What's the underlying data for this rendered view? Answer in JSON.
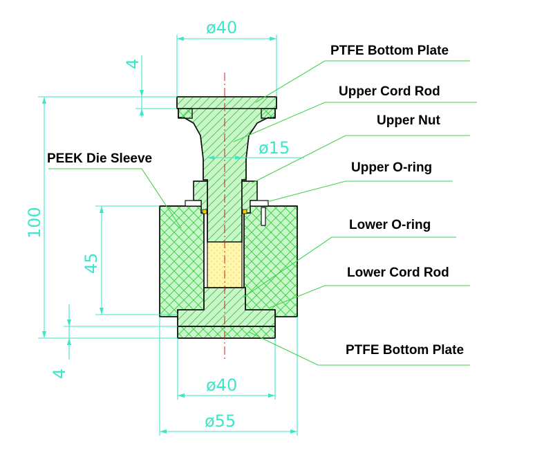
{
  "labels": {
    "ptfe_top": "PTFE Bottom Plate",
    "upper_cord_rod": "Upper Cord Rod",
    "upper_nut": "Upper Nut",
    "peek_sleeve": "PEEK Die Sleeve",
    "upper_oring": "Upper O-ring",
    "lower_oring": "Lower O-ring",
    "lower_cord_rod": "Lower Cord Rod",
    "ptfe_bottom": "PTFE Bottom Plate"
  },
  "dimensions": {
    "top_diameter": "ø40",
    "top_plate_thickness": "4",
    "rod_diameter": "ø15",
    "total_height": "100",
    "sleeve_height": "45",
    "bottom_plate_thickness": "4",
    "bottom_diameter": "ø40",
    "sleeve_diameter": "ø55"
  },
  "colors": {
    "dimension": "#3ce6c8",
    "leader": "#3fd24a",
    "hatch": "#3fd24a",
    "fill": "#c9f7c9",
    "centerline": "#d01818",
    "sample": "#fff6b0"
  }
}
